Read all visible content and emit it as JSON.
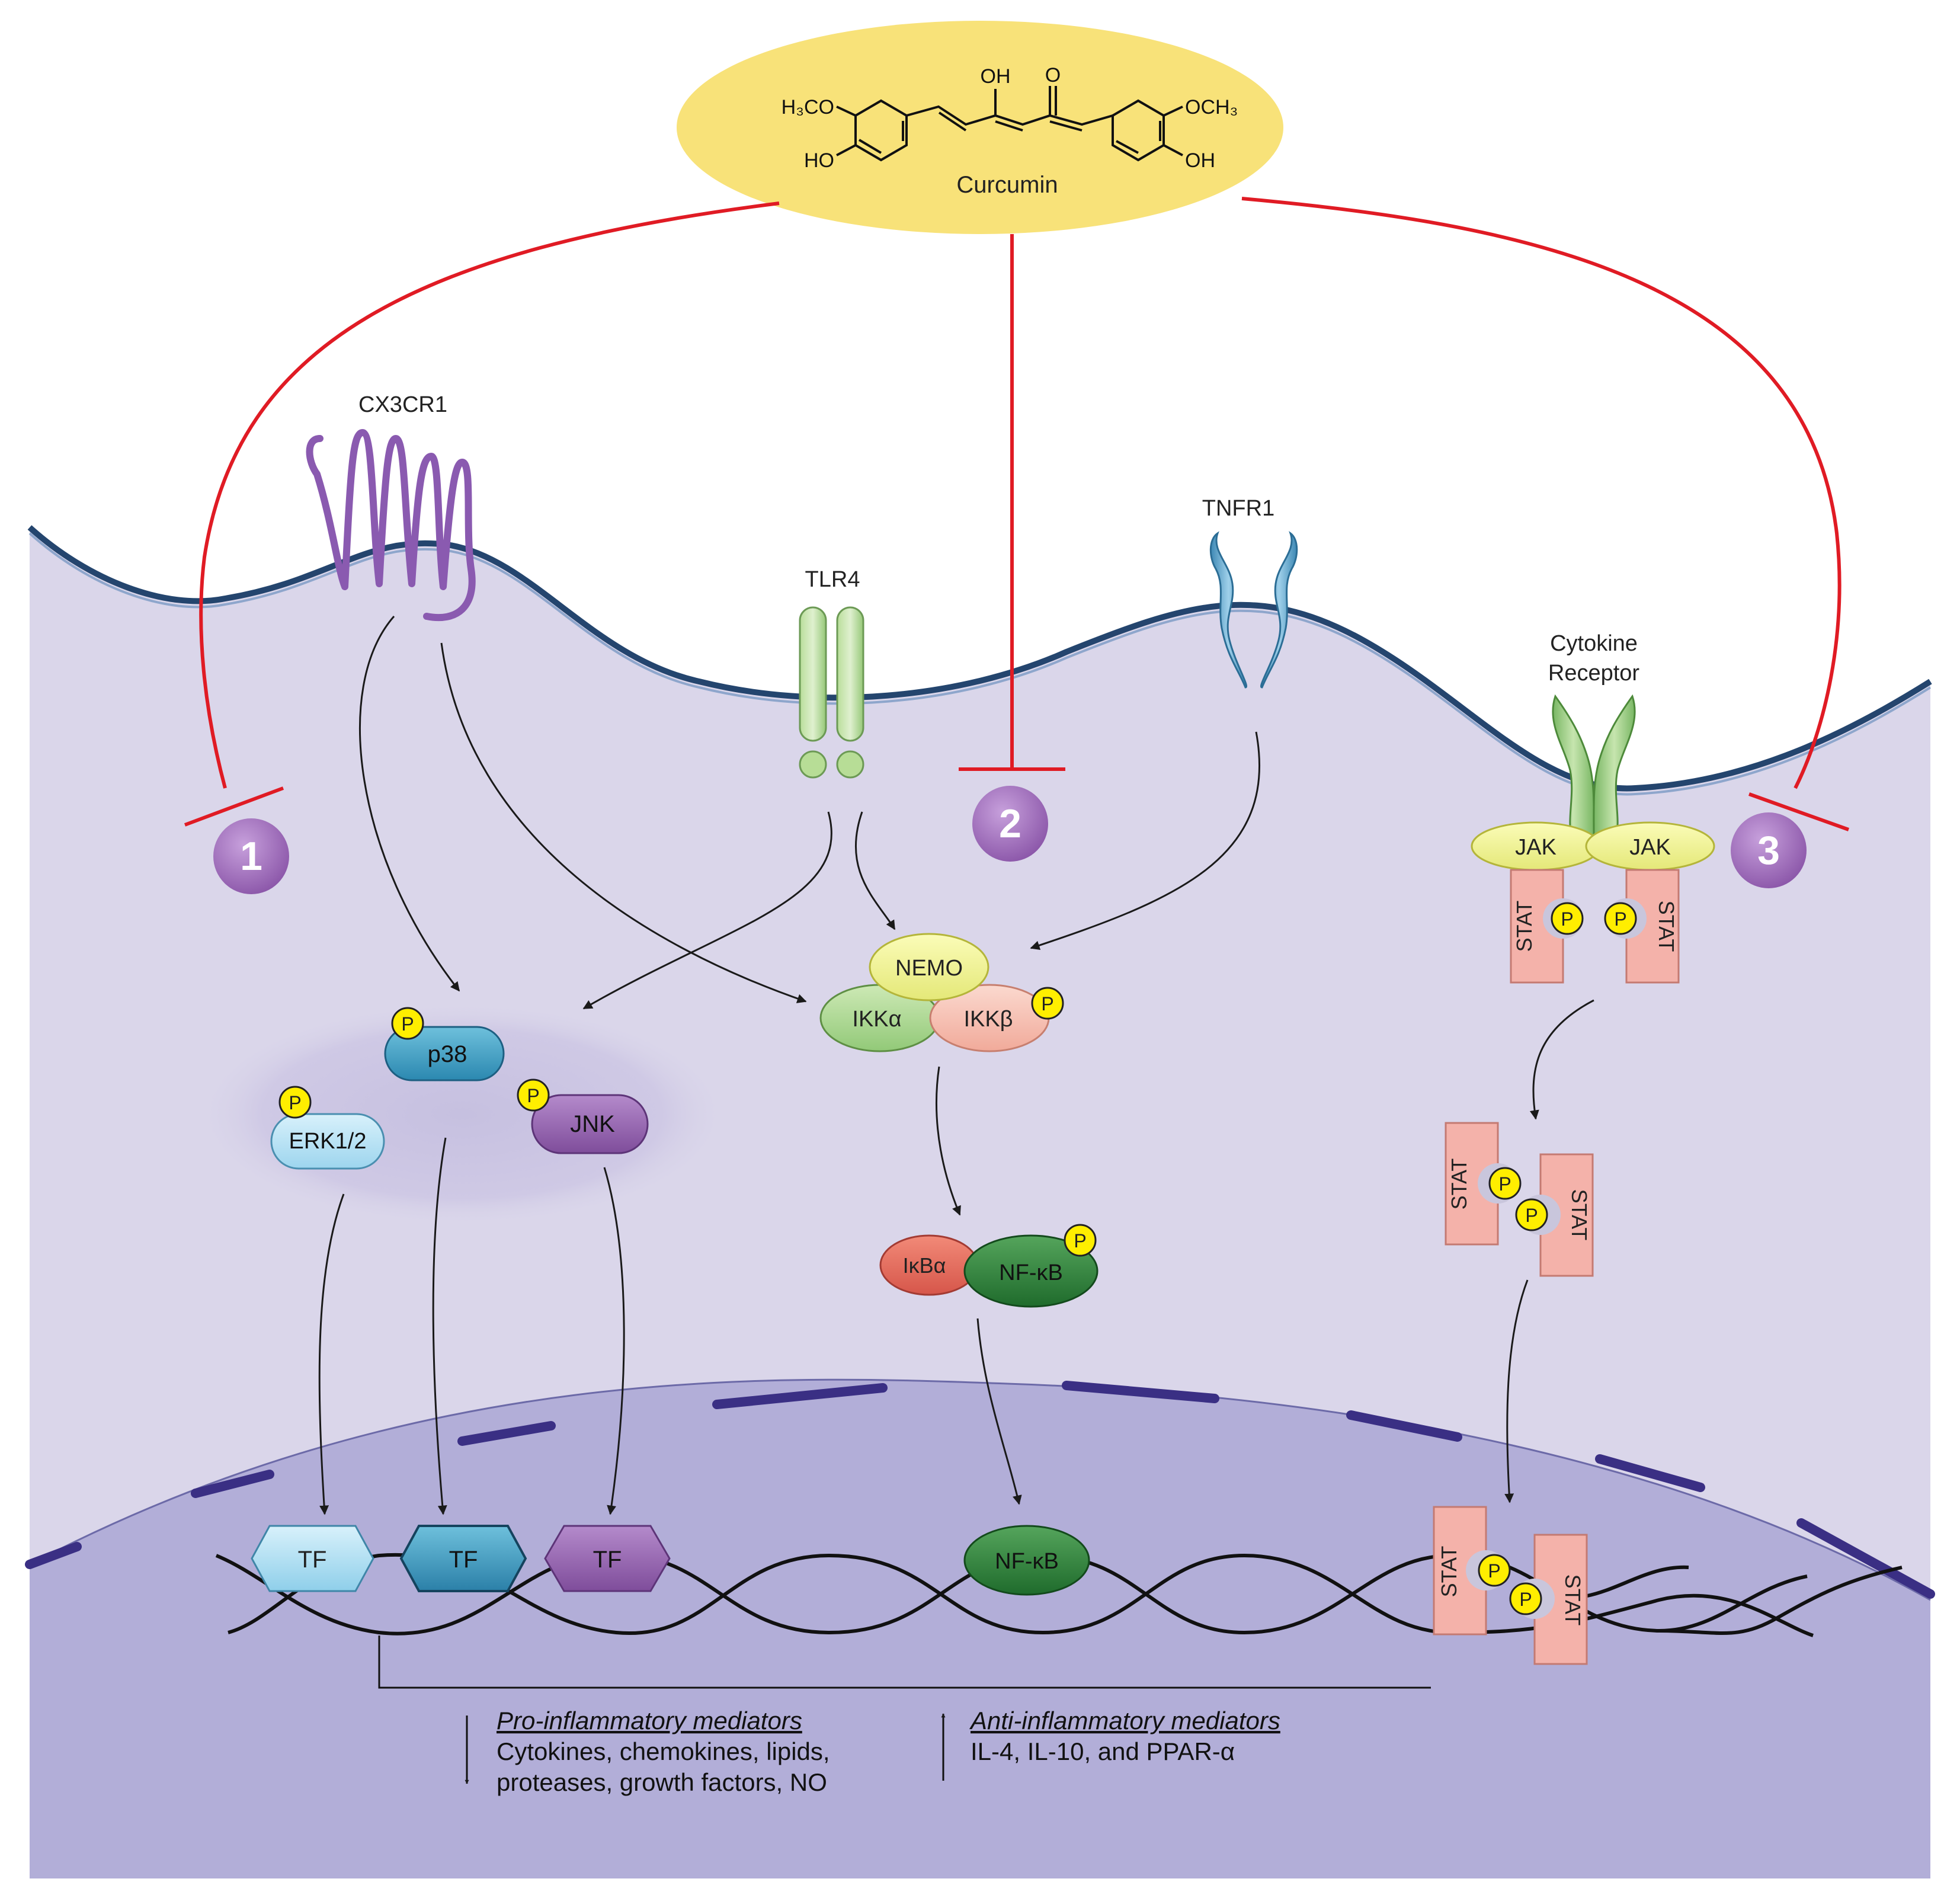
{
  "colors": {
    "inhibition": "#e01b24",
    "arrow": "#1a1a1a",
    "cytoplasm": "#dad6ea",
    "nucleus": "#b2aed8",
    "membrane": "#24456e",
    "curcumin_fill": "#f8e279",
    "step_badge": "#9a66b6",
    "phospho": "#ffee00"
  },
  "curcumin": {
    "name": "Curcumin",
    "groups": {
      "left_methoxy": "H₃CO",
      "left_hydroxy": "HO",
      "enol": "OH",
      "keto": "O",
      "right_methoxy": "OCH₃",
      "right_hydroxy": "OH"
    }
  },
  "steps": [
    "1",
    "2",
    "3"
  ],
  "receptors": {
    "cx3cr1": "CX3CR1",
    "tlr4": "TLR4",
    "tnfr1": "TNFR1",
    "cytokine_line1": "Cytokine",
    "cytokine_line2": "Receptor"
  },
  "phospho_label": "P",
  "mapk": {
    "p38": "p38",
    "erk": "ERK1/2",
    "jnk": "JNK"
  },
  "ikk": {
    "nemo": "NEMO",
    "ikka": "IKKα",
    "ikkb": "IKKβ"
  },
  "nfkb": {
    "ikba": "IκBα",
    "nfkb": "NF-κB",
    "nuclear_nfkb": "NF-κB"
  },
  "jak_stat": {
    "jak": "JAK",
    "stat": "STAT"
  },
  "tf_label": "TF",
  "outcomes": {
    "pro_title": "Pro-inflammatory mediators",
    "pro_line1": "Cytokines, chemokines, lipids,",
    "pro_line2": "proteases, growth factors, NO",
    "anti_title": "Anti-inflammatory mediators",
    "anti_line1": "IL-4, IL-10, and PPAR-α"
  }
}
